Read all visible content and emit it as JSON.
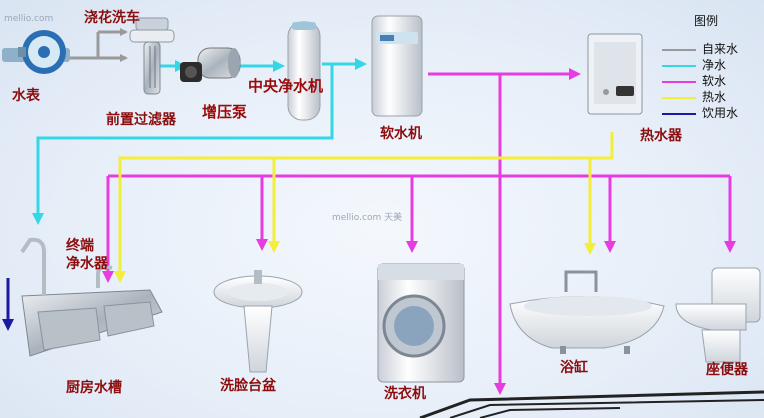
{
  "labels": {
    "water_meter": "水表",
    "flower_car": "浇花洗车",
    "prefilter": "前置过滤器",
    "booster_pump": "增压泵",
    "central_purifier": "中央净水机",
    "softener": "软水机",
    "water_heater": "热水器",
    "terminal_purifier_1": "终端",
    "terminal_purifier_2": "净水器",
    "kitchen_sink": "厨房水槽",
    "washbasin": "洗脸台盆",
    "washing_machine": "洗衣机",
    "bathtub": "浴缸",
    "toilet": "座便器"
  },
  "legend": {
    "title": "图例",
    "items": [
      {
        "label": "自来水",
        "color": "#9a9a9a"
      },
      {
        "label": "净水",
        "color": "#35d7e6"
      },
      {
        "label": "软水",
        "color": "#e53de0"
      },
      {
        "label": "热水",
        "color": "#f2ee3a"
      },
      {
        "label": "饮用水",
        "color": "#1a1aa0"
      }
    ]
  },
  "watermarks": {
    "top_left": "mellio.com",
    "center": "mellio.com 天美"
  }
}
